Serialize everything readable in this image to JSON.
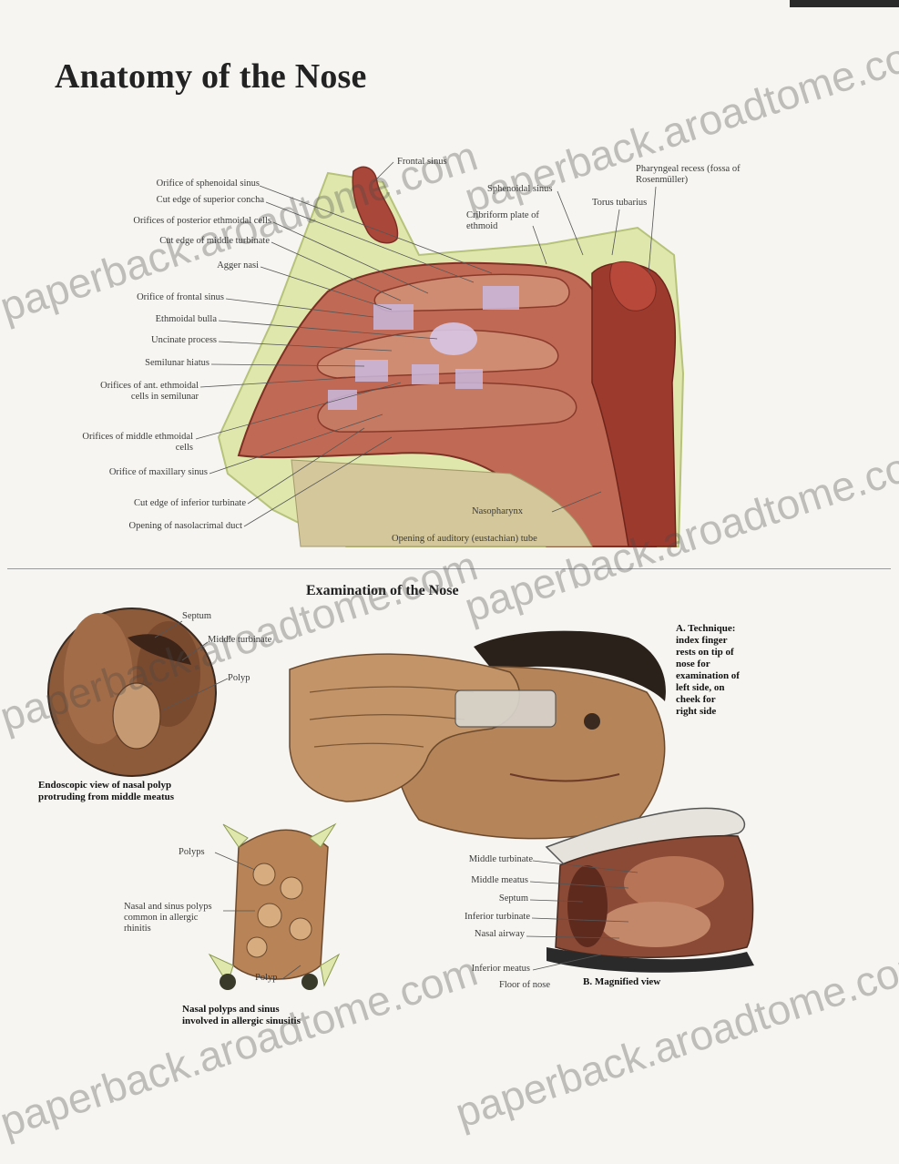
{
  "title": "Anatomy of the Nose",
  "sections": {
    "examination_title": "Examination of the Nose"
  },
  "sagittal_labels_left": [
    "Orifice of sphenoidal sinus",
    "Cut edge of superior concha",
    "Orifices of posterior ethmoidal cells",
    "Cut edge of middle turbinate",
    "Agger nasi",
    "Orifice of frontal sinus",
    "Ethmoidal bulla",
    "Uncinate process",
    "Semilunar hiatus",
    "Orifices of ant. ethmoidal cells in semilunar",
    "Orifices of middle ethmoidal cells",
    "Orifice of maxillary sinus",
    "Cut edge of inferior turbinate",
    "Opening of nasolacrimal duct"
  ],
  "sagittal_labels_top": {
    "frontal_sinus": "Frontal sinus",
    "sphenoidal_sinus": "Sphenoidal sinus",
    "cribriform_plate": "Cribriform plate of ethmoid",
    "torus_tubarius": "Torus tubarius",
    "pharyngeal_recess": "Pharyngeal recess (fossa of Rosenmüller)",
    "nasopharynx": "Nasopharynx",
    "opening": "Opening of auditory (eustachian) tube"
  },
  "endoscopic": {
    "labels": [
      "Septum",
      "Middle turbinate",
      "Polyp"
    ],
    "caption": "Endoscopic view of nasal polyp\nprotruding from middle meatus"
  },
  "technique": {
    "caption": "A. Technique:\nindex finger\nrests on tip of\nnose for\nexamination of\nleft side, on\ncheek for\nright side"
  },
  "polyps": {
    "labels": [
      "Polyps",
      "Nasal and sinus polyps common in allergic rhinitis",
      "Polyp"
    ],
    "caption": "Nasal polyps and sinus\ninvolved in allergic sinusitis"
  },
  "magnified": {
    "labels": [
      "Middle turbinate",
      "Middle meatus",
      "Septum",
      "Inferior turbinate",
      "Nasal airway",
      "Inferior meatus",
      "Floor of nose"
    ],
    "caption": "B. Magnified view"
  },
  "watermark": "paperback.aroadtome.com",
  "colors": {
    "tissue": "#b85a46",
    "tissue_dark": "#8a3327",
    "mucosa": "#c98a72",
    "bone": "#dfe7ad",
    "highlight": "#c9b8de",
    "skin": "#b58458",
    "hair": "#2b211b"
  }
}
